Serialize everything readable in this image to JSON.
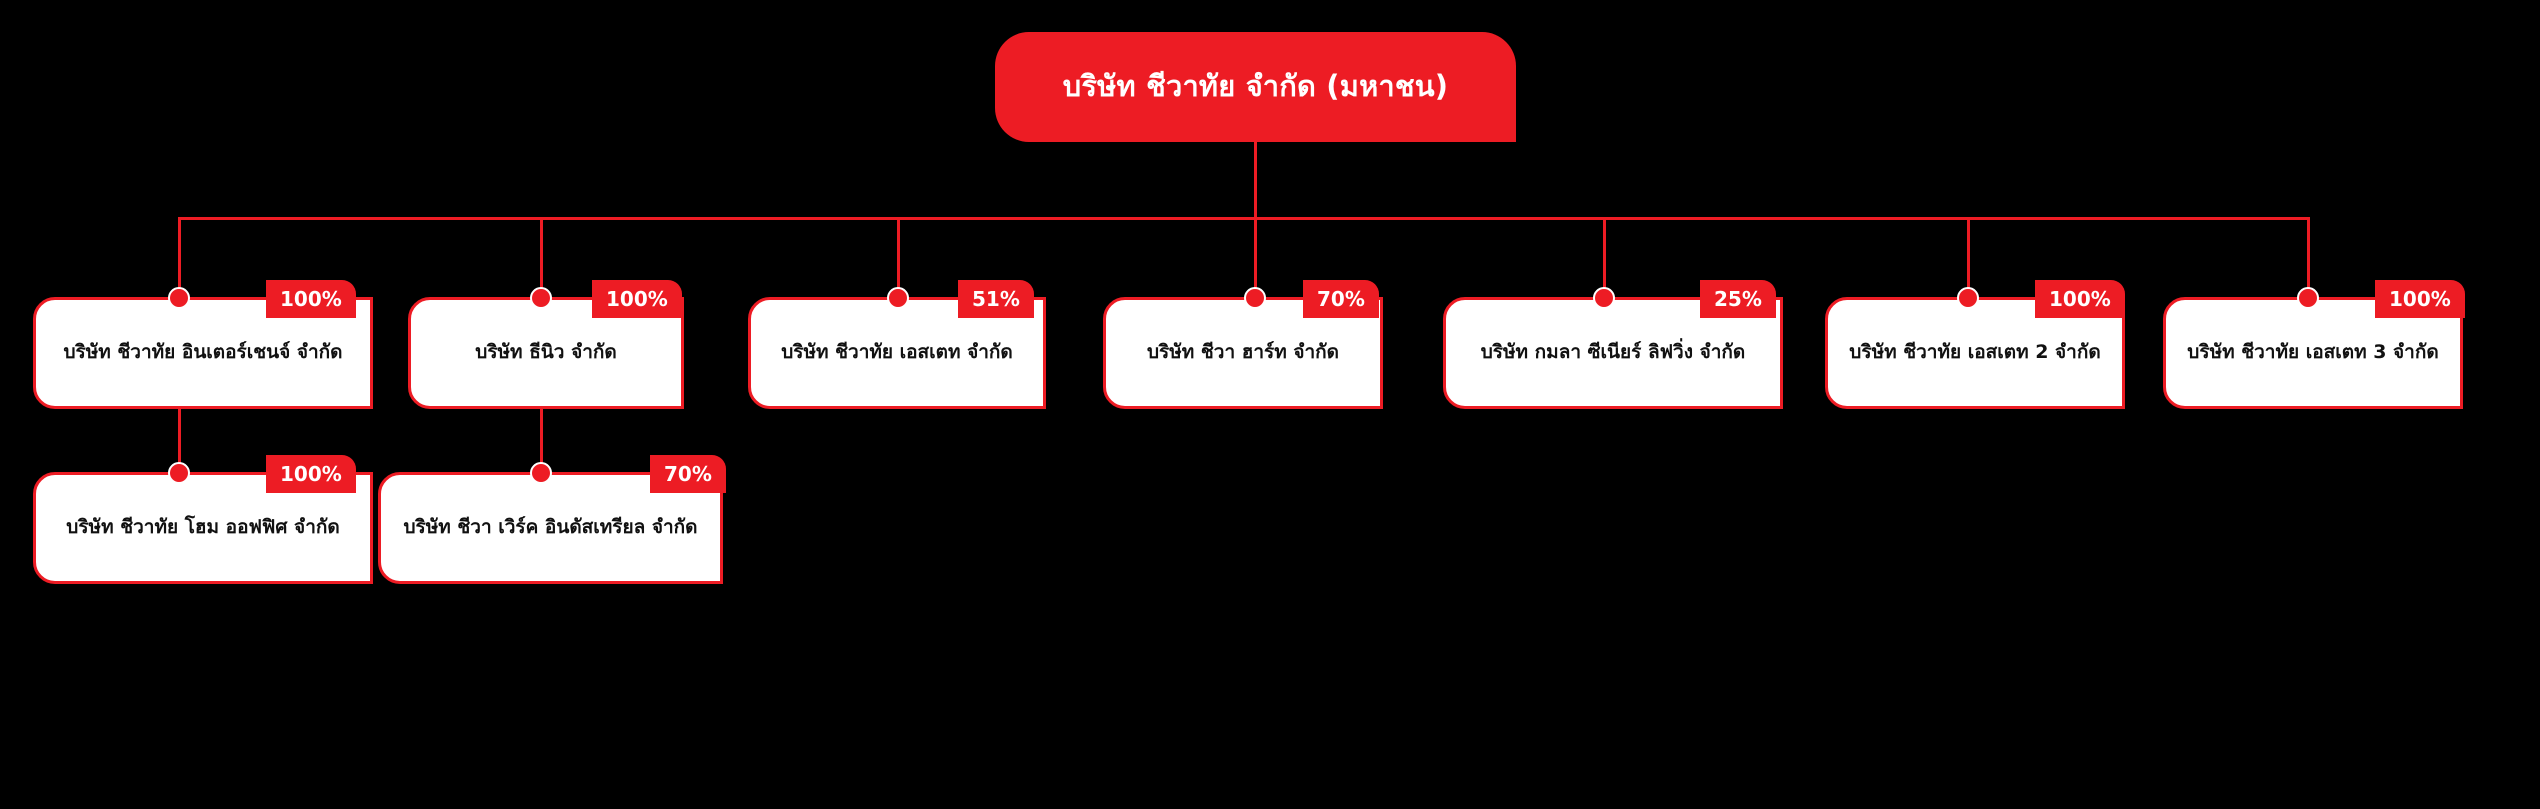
{
  "colors": {
    "brand_red": "#ED1C24",
    "background": "#000000",
    "node_fill": "#FFFFFF",
    "node_text": "#111111",
    "badge_text": "#FFFFFF"
  },
  "root": {
    "label": "บริษัท ชีวาทัย จำกัด (มหาชน)"
  },
  "children": [
    {
      "label": "บริษัท ชีวาทัย อินเตอร์เชนจ์ จำกัด",
      "percent": "100%"
    },
    {
      "label": "บริษัท ธีนิว จำกัด",
      "percent": "100%"
    },
    {
      "label": "บริษัท ชีวาทัย เอสเตท จำกัด",
      "percent": "51%"
    },
    {
      "label": "บริษัท ชีวา ฮาร์ท จำกัด",
      "percent": "70%"
    },
    {
      "label": "บริษัท กมลา ซีเนียร์ ลิฟวิ่ง จำกัด",
      "percent": "25%"
    },
    {
      "label": "บริษัท ชีวาทัย เอสเตท 2 จำกัด",
      "percent": "100%"
    },
    {
      "label": "บริษัท ชีวาทัย เอสเตท 3 จำกัด",
      "percent": "100%"
    }
  ],
  "grandchildren": [
    {
      "label": "บริษัท ชีวาทัย โฮม ออฟฟิศ จำกัด",
      "percent": "100%"
    },
    {
      "label": "บริษัท ชีวา เวิร์ค อินดัสเทรียล จำกัด",
      "percent": "70%"
    }
  ]
}
